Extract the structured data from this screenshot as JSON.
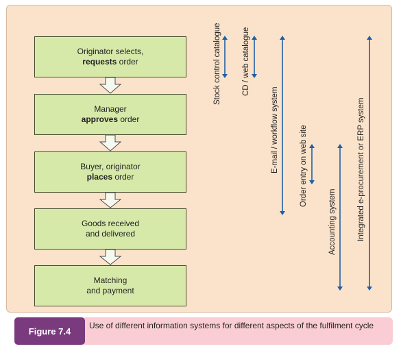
{
  "steps": [
    {
      "pre": "Originator selects,",
      "bold": "requests",
      "post": " order"
    },
    {
      "pre": "Manager",
      "bold": "approves",
      "post": " order"
    },
    {
      "pre": "Buyer, originator",
      "bold": "places",
      "post": " order"
    },
    {
      "pre": "Goods received",
      "bold": "",
      "post": "and delivered"
    },
    {
      "pre": "Matching",
      "bold": "",
      "post": "and payment"
    }
  ],
  "systems": [
    "Stock control catalogue",
    "CD / web catalogue",
    "E-mail / workflow system",
    "Order entry on web site",
    "Accounting system",
    "Integrated e-procurement or ERP system"
  ],
  "colors": {
    "panel": "#fbe3cb",
    "box": "#d7e9a9",
    "arrow": "#1f5fa8",
    "figure_label": "#7a3a7e",
    "caption": "#f9cdd3"
  },
  "figure": {
    "label": "Figure 7.4",
    "caption": "Use of different information systems for different aspects of the fulfilment cycle"
  }
}
